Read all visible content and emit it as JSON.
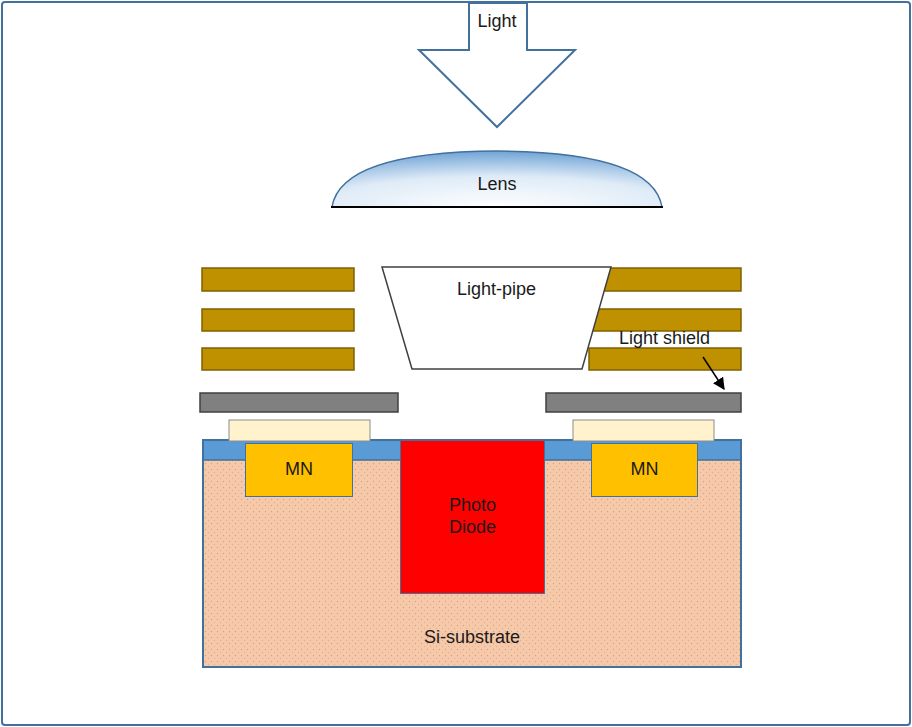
{
  "diagram": {
    "nodes": [
      {
        "text": [
          "Light"
        ]
      },
      {
        "text": [
          "Lens"
        ]
      },
      {
        "text": [
          "Light-pipe"
        ]
      },
      {
        "text": [
          "Si-substrate"
        ]
      },
      {
        "text": [
          "MN"
        ],
        "in": 3
      },
      {
        "text": [
          "Photo Diode"
        ],
        "in": 3
      },
      {
        "text": [
          "MN"
        ],
        "in": 3
      }
    ],
    "labels": [
      "Light shield"
    ]
  }
}
